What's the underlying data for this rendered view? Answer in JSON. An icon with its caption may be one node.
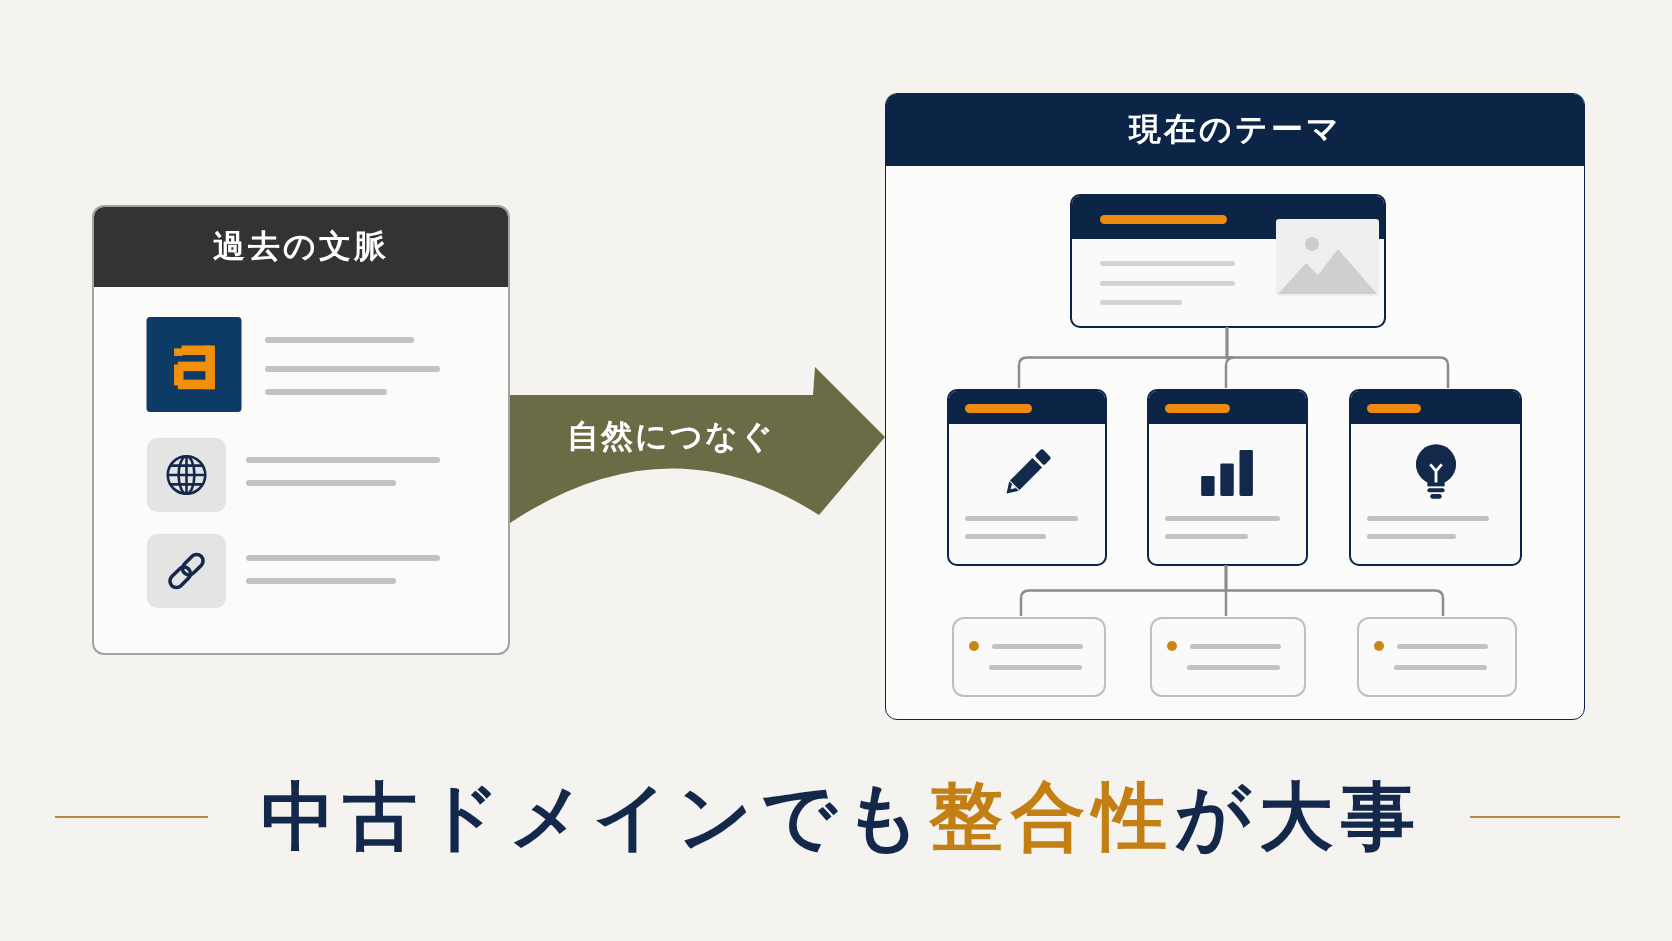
{
  "diagram": {
    "title": "中古ドメインでも**整合性**が大事",
    "nodes": [
      {
        "text": [
          "過去の文脈"
        ]
      },
      {
        "text": [
          "現在のテーマ"
        ]
      },
      {
        "text": [],
        "shape": "box",
        "in": 1
      },
      {
        "text": [],
        "shape": "box",
        "in": 1
      },
      {
        "text": [],
        "shape": "box",
        "in": 1
      },
      {
        "text": [],
        "shape": "box",
        "in": 1
      },
      {
        "text": [],
        "shape": "box",
        "in": 1
      },
      {
        "text": [],
        "shape": "box",
        "in": 1
      },
      {
        "text": [],
        "shape": "box",
        "in": 1
      }
    ],
    "edges": [
      {
        "from": 0,
        "to": 1,
        "arrow": "to",
        "label": "自然につなぐ",
        "style": "thick",
        "color": "#6b6c45"
      },
      {
        "from": 2,
        "to": 3,
        "arrow": "none"
      },
      {
        "from": 2,
        "to": 4,
        "arrow": "none"
      },
      {
        "from": 2,
        "to": 5,
        "arrow": "none"
      },
      {
        "from": 4,
        "to": 6,
        "arrow": "none"
      },
      {
        "from": 4,
        "to": 7,
        "arrow": "none"
      },
      {
        "from": 4,
        "to": 8,
        "arrow": "none"
      }
    ]
  }
}
